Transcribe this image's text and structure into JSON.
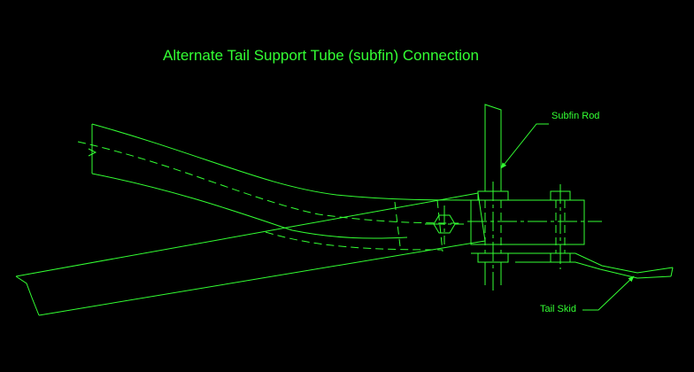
{
  "title": "Alternate Tail Support Tube (subfin) Connection",
  "labels": {
    "subfin_rod": "Subfin Rod",
    "tail_skid": "Tail Skid"
  },
  "colors": {
    "background": "#000000",
    "line": "#33ff33"
  }
}
